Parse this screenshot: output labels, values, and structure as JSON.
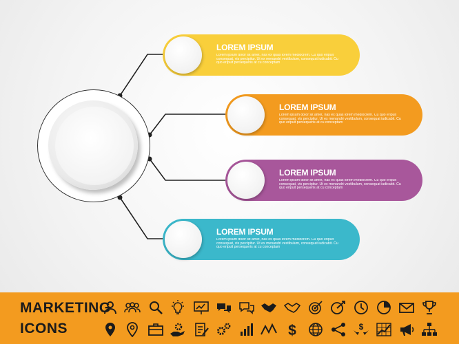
{
  "diagram": {
    "items": [
      {
        "title": "LOREM IPSUM",
        "body": "Lorem ipsum dolor sit amet, has ex quas lorem mediocrem. Cu quo eripuit consequat, vis percipitur. Ut ex menandri vestibulum, consequat iudicabit. Cu quo eripuit persequeris at cu conceptam",
        "color": "#f9cf3b"
      },
      {
        "title": "LOREM IPSUM",
        "body": "Lorem ipsum dolor sit amet, has ex quas lorem mediocrem. Cu quo eripuit consequat, vis percipitur. Ut ex menandri vestibulum, consequat iudicabit. Cu quo eripuit persequeris at cu conceptam",
        "color": "#f39b1f"
      },
      {
        "title": "LOREM IPSUM",
        "body": "Lorem ipsum dolor sit amet, has ex quas lorem mediocrem. Cu quo eripuit consequat, vis percipitur. Ut ex menandri vestibulum, consequat iudicabit. Cu quo eripuit persequeris at cu conceptam",
        "color": "#a8579b"
      },
      {
        "title": "LOREM IPSUM",
        "body": "Lorem ipsum dolor sit amet, has ex quas lorem mediocrem. Cu quo eripuit consequat, vis percipitur. Ut ex menandri vestibulum, consequat iudicabit. Cu quo eripuit persequeris at cu conceptam",
        "color": "#3bb8cb"
      }
    ]
  },
  "banner": {
    "title_line1": "MARKETING",
    "title_line2": "ICONS",
    "background": "#f39b1f",
    "icons_row1": [
      "user-icon",
      "group-icon",
      "search-icon",
      "lightbulb-icon",
      "presentation-icon",
      "chat-icon",
      "speech-icon",
      "handshake-icon",
      "handshake-outline-icon",
      "target-icon",
      "target-arrow-icon",
      "clock-icon",
      "pie-chart-icon",
      "mail-icon",
      "trophy-icon"
    ],
    "icons_row2": [
      "map-pin-icon",
      "location-icon",
      "briefcase-icon",
      "gear-hand-icon",
      "document-pen-icon",
      "gears-icon",
      "bar-chart-icon",
      "zigzag-line-icon",
      "dollar-icon",
      "globe-icon",
      "share-icon",
      "money-hands-icon",
      "growth-chart-icon",
      "megaphone-icon",
      "org-chart-icon"
    ]
  }
}
